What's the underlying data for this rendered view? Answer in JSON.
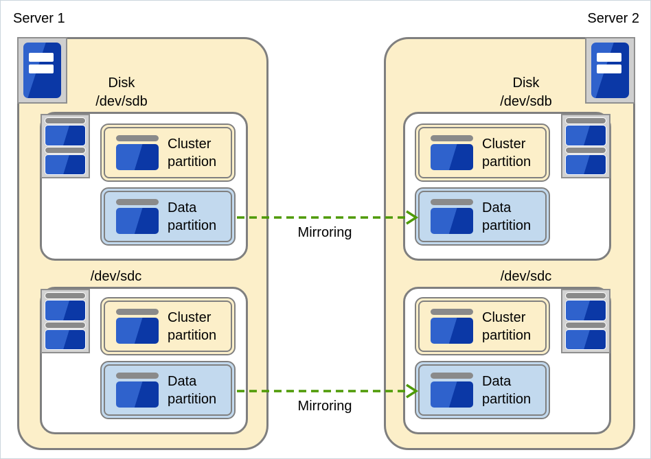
{
  "colors": {
    "server_fill": "#FCEFC9",
    "cluster_partition_fill": "#FCEFC9",
    "data_partition_fill": "#C2D9EE",
    "box_border_gray": "#7F7F7F",
    "arrow_green": "#4E9A06",
    "icon_blue_light": "#2F62CC",
    "icon_blue_dark": "#0B38A6"
  },
  "servers": [
    {
      "label": "Server 1",
      "disks": [
        {
          "title": "Disk",
          "device": "/dev/sdb",
          "partitions": [
            {
              "label": "Cluster partition"
            },
            {
              "label": "Data partition"
            }
          ]
        },
        {
          "device": "/dev/sdc",
          "partitions": [
            {
              "label": "Cluster partition"
            },
            {
              "label": "Data partition"
            }
          ]
        }
      ]
    },
    {
      "label": "Server 2",
      "disks": [
        {
          "title": "Disk",
          "device": "/dev/sdb",
          "partitions": [
            {
              "label": "Cluster partition"
            },
            {
              "label": "Data partition"
            }
          ]
        },
        {
          "device": "/dev/sdc",
          "partitions": [
            {
              "label": "Cluster partition"
            },
            {
              "label": "Data partition"
            }
          ]
        }
      ]
    }
  ],
  "arrows": [
    {
      "label": "Mirroring"
    },
    {
      "label": "Mirroring"
    }
  ]
}
